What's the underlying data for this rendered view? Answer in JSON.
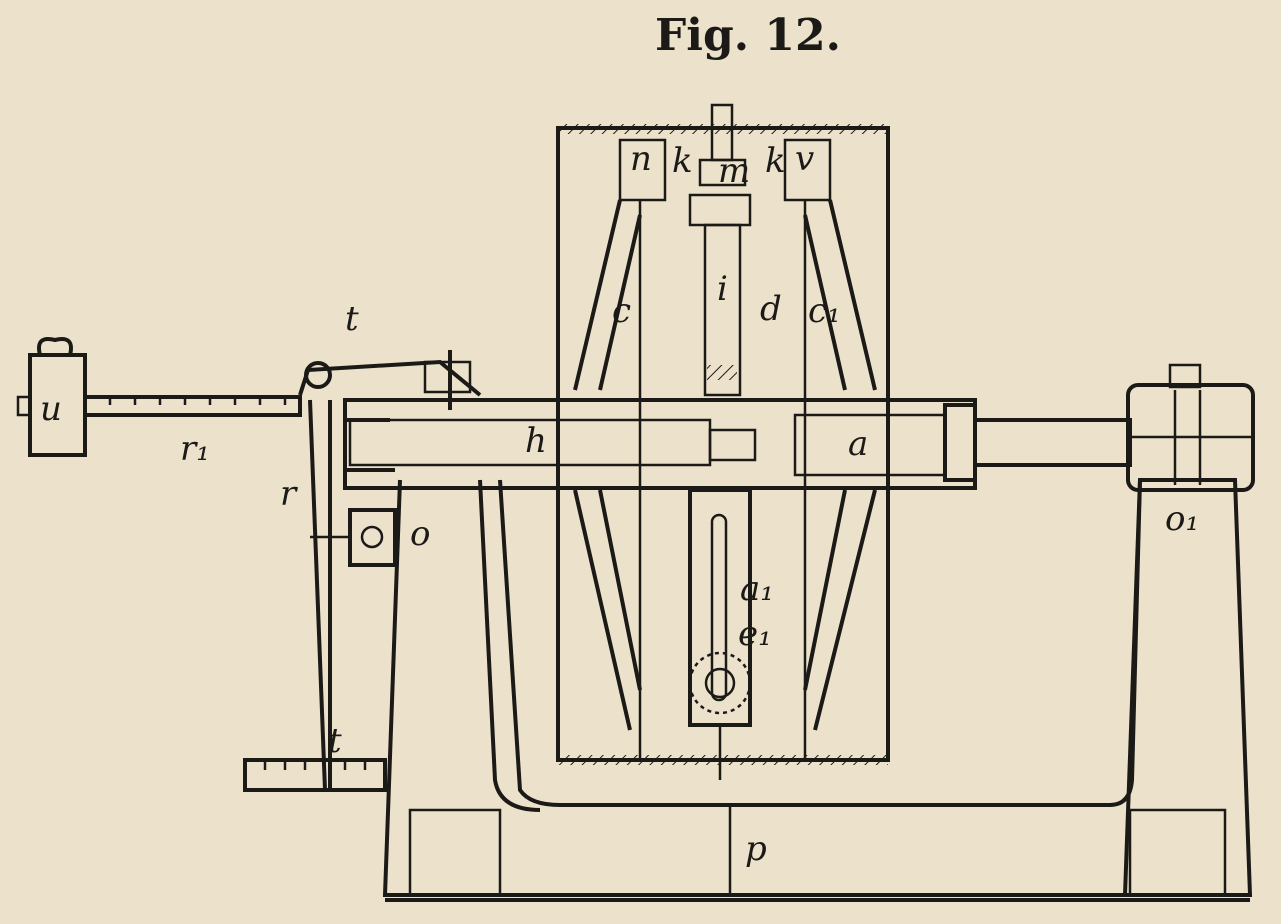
{
  "figure": {
    "title": "Fig. 12.",
    "labels": {
      "n": "n",
      "k_left": "k",
      "m": "m",
      "k_right": "k",
      "v": "v",
      "c": "c",
      "i": "i",
      "d": "d",
      "c1": "c₁",
      "t_top": "t",
      "u": "u",
      "r1": "r₁",
      "h": "h",
      "a": "a",
      "r": "r",
      "o": "o",
      "o1": "o₁",
      "a1": "a₁",
      "e1": "e₁",
      "t_bottom": "t",
      "p": "p"
    }
  }
}
